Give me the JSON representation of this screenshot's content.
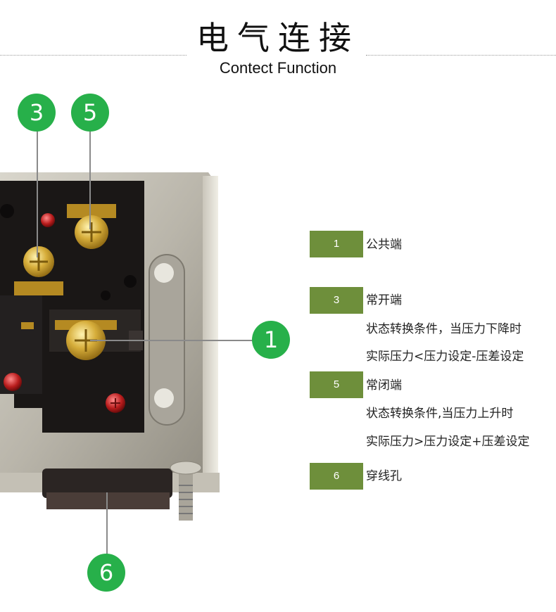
{
  "header": {
    "title_zh": "电气连接",
    "title_en": "Contect Function"
  },
  "markers": {
    "m3": "3",
    "m5": "5",
    "m1": "1",
    "m6": "6"
  },
  "legend": [
    {
      "num": "1",
      "label": "公共端"
    },
    {
      "num": "3",
      "label": "常开端",
      "lines": [
        "状态转换条件，当压力下降时",
        "实际压力<压力设定-压差设定"
      ]
    },
    {
      "num": "5",
      "label": "常闭端",
      "lines": [
        "状态转换条件,当压力上升时",
        "实际压力>压力设定+压差设定"
      ]
    },
    {
      "num": "6",
      "label": "穿线孔"
    }
  ],
  "colors": {
    "marker": "#27b04a",
    "tag": "#6e8f3b"
  }
}
